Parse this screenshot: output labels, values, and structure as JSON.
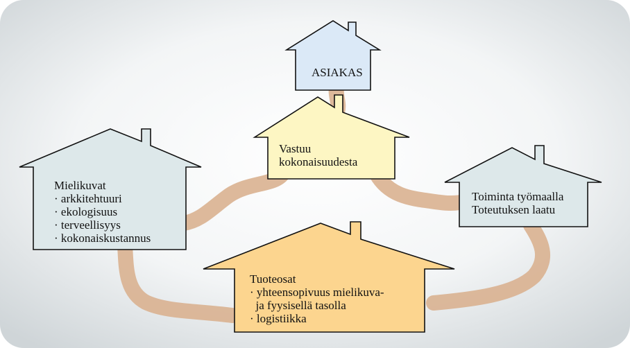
{
  "houses": {
    "asiakas": {
      "lines": [
        "ASIAKAS"
      ],
      "fill": "#dbe9f7"
    },
    "vastuu": {
      "lines": [
        "Vastuu",
        "kokonaisuudesta"
      ],
      "fill": "#fdf6c3"
    },
    "mielikuvat": {
      "lines": [
        "Mielikuvat",
        "· arkkitehtuuri",
        "· ekologisuus",
        "· terveellisyys",
        "· kokonaiskustannus"
      ],
      "fill": "#dde8ea"
    },
    "toiminta": {
      "lines": [
        "Toiminta työmaalla",
        "Toteutuksen laatu"
      ],
      "fill": "#dde8ea"
    },
    "tuoteosat": {
      "lines": [
        "Tuoteosat",
        "· yhteensopivuus mielikuva-",
        "  ja fyysisellä tasolla",
        "· logistiikka"
      ],
      "fill": "#fcd58f"
    }
  },
  "colors": {
    "path": "#d9b190",
    "outline": "#111111",
    "background_center": "#ffffff",
    "background_edge": "#d0d5d8"
  }
}
